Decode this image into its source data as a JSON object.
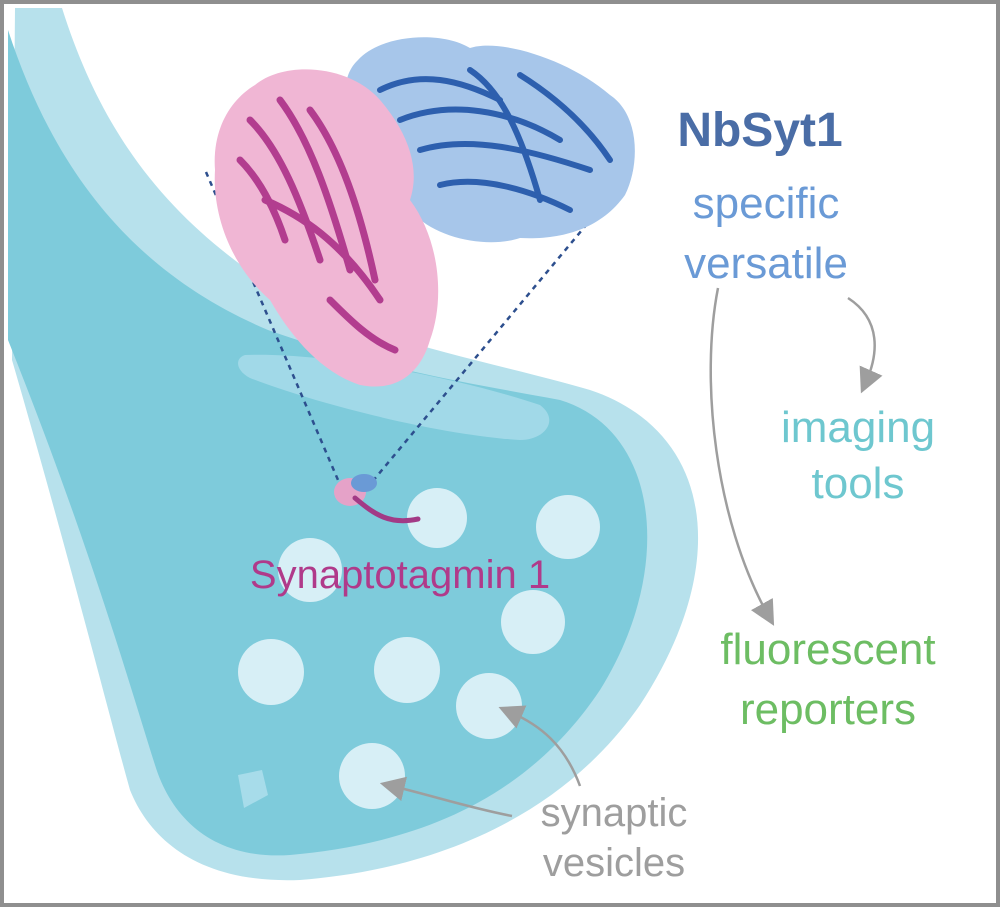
{
  "title": "NbSyt1",
  "properties": [
    "specific",
    "versatile"
  ],
  "applications": {
    "imaging": [
      "imaging",
      "tools"
    ],
    "reporters": [
      "fluorescent",
      "reporters"
    ]
  },
  "target_label": "Synaptotagmin 1",
  "vesicle_label": [
    "synaptic",
    "vesicles"
  ],
  "icons": {
    "protein": "protein-structure-icon",
    "nerve_terminal": "nerve-terminal-shape"
  },
  "colors": {
    "title": "#4a6da6",
    "properties": "#6a9ad6",
    "imaging": "#6ec7cf",
    "reporters": "#6dbd63",
    "target": "#b03a8a",
    "vesicle_label": "#9e9e9e",
    "terminal": "#7ecbdb",
    "terminal_membrane": "#b7e1ec",
    "vesicle_fill": "#d7eff6",
    "frame": "#8f8f8f",
    "arrow": "#9e9e9e"
  }
}
